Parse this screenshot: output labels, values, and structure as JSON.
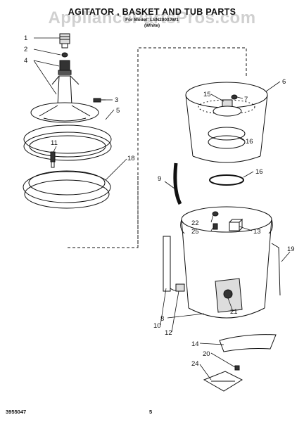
{
  "header": {
    "watermark": "AppliancePartsPros.com",
    "title": "AGITATOR , BASKET AND TUB PARTS",
    "subtitle_1": "For Model: LSN2000JW1",
    "subtitle_2": "(White)"
  },
  "callouts": [
    "1",
    "2",
    "4",
    "3",
    "5",
    "11",
    "18",
    "15",
    "7",
    "6",
    "16",
    "16",
    "9",
    "22",
    "25",
    "13",
    "19",
    "10",
    "12",
    "8",
    "21",
    "14",
    "20",
    "24"
  ],
  "footer": {
    "part_number": "3955047",
    "page_number": "5"
  }
}
